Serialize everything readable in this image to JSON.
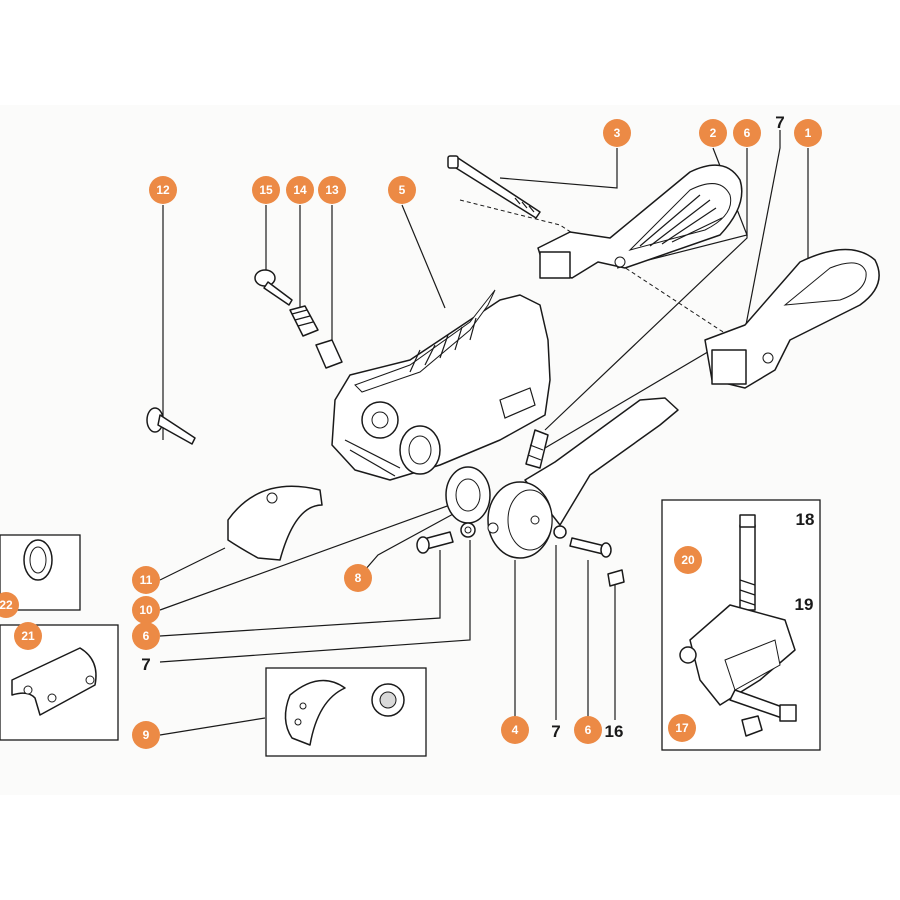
{
  "callouts": {
    "c1": "1",
    "c2": "2",
    "c3": "3",
    "c4": "4",
    "c5": "5",
    "c6a": "6",
    "c6b": "6",
    "c6c": "6",
    "c8": "8",
    "c9": "9",
    "c10": "10",
    "c11": "11",
    "c12": "12",
    "c13": "13",
    "c14": "14",
    "c15": "15",
    "c17": "17",
    "c20": "20",
    "c21": "21",
    "c22": "22"
  },
  "labels": {
    "l7a": "7",
    "l7b": "7",
    "l7c": "7",
    "l16": "16",
    "l18": "18",
    "l19": "19"
  },
  "colors": {
    "callout": "#ec8a45",
    "ink": "#1a1a1a"
  }
}
